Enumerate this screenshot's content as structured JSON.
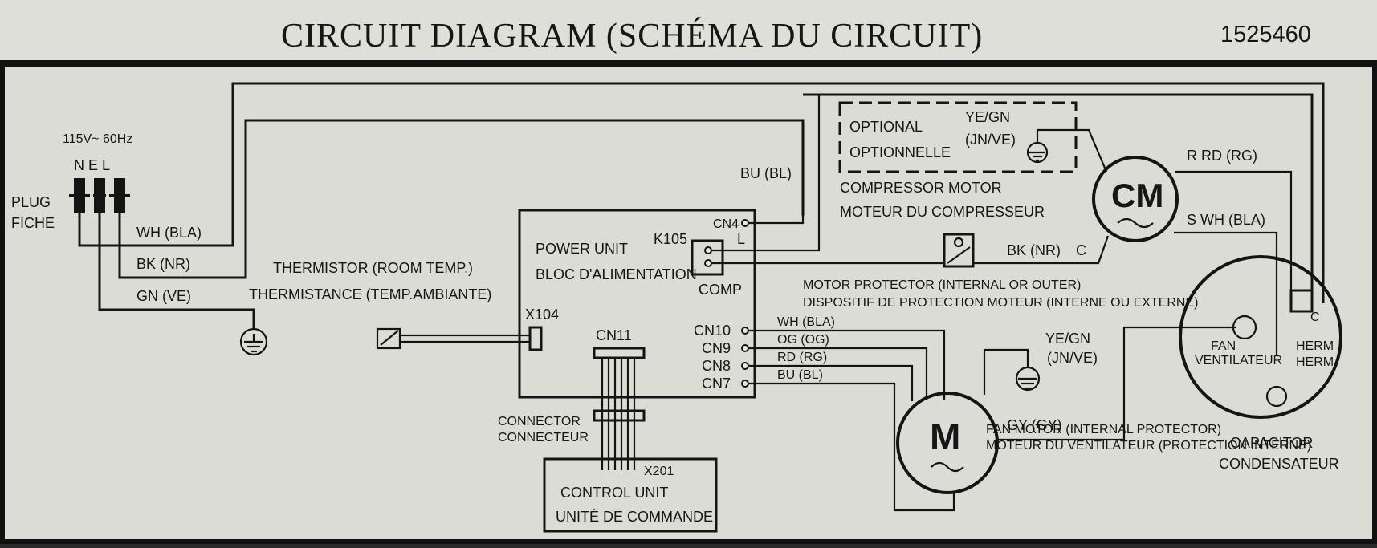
{
  "header": {
    "title": "CIRCUIT  DIAGRAM  (SCHÉMA DU CIRCUIT)",
    "code": "1525460"
  },
  "plug": {
    "voltage": "115V~ 60Hz",
    "pins": "N E L",
    "label_en": "PLUG",
    "label_fr": "FICHE"
  },
  "wires": {
    "wh": "WH (BLA)",
    "bk": "BK (NR)",
    "gn": "GN (VE)",
    "bu": "BU (BL)",
    "bk_c": "BK (NR)",
    "rd": "R  RD (RG)",
    "wh_s": "S  WH (BLA)",
    "gy": "GY (GY)"
  },
  "thermistor": {
    "label_en": "THERMISTOR (ROOM TEMP.)",
    "label_fr": "THERMISTANCE (TEMP.AMBIANTE)",
    "connector": "X104"
  },
  "power_unit": {
    "label_en": "POWER UNIT",
    "label_fr": "BLOC D'ALIMENTATION",
    "relay": "K105",
    "relay_l": "L",
    "comp": "COMP",
    "cn4": "CN4",
    "cn11": "CN11",
    "outputs": [
      {
        "pin": "CN10",
        "wire": "WH (BLA)"
      },
      {
        "pin": "CN9",
        "wire": "OG (OG)"
      },
      {
        "pin": "CN8",
        "wire": "RD (RG)"
      },
      {
        "pin": "CN7",
        "wire": "BU (BL)"
      }
    ]
  },
  "connector": {
    "label_en": "CONNECTOR",
    "label_fr": "CONNECTEUR"
  },
  "control_unit": {
    "label_en": "CONTROL UNIT",
    "label_fr": "UNITÉ DE COMMANDE",
    "connector": "X201"
  },
  "optional": {
    "label_en": "OPTIONAL",
    "label_fr": "OPTIONNELLE",
    "ground_en": "YE/GN",
    "ground_fr": "(JN/VE)"
  },
  "compressor": {
    "symbol": "CM",
    "label_en": "COMPRESSOR MOTOR",
    "label_fr": "MOTEUR DU COMPRESSEUR",
    "terminal_c": "C"
  },
  "motor_protector": {
    "label_en": "MOTOR PROTECTOR (INTERNAL OR OUTER)",
    "label_fr": "DISPOSITIF DE PROTECTION MOTEUR (INTERNE OU EXTERNE)"
  },
  "fan_motor": {
    "symbol": "M",
    "label_en": "FAN MOTOR  (INTERNAL PROTECTOR)",
    "label_fr": "MOTEUR DU VENTILATEUR (PROTECTION INTERNE)",
    "ground_en": "YE/GN",
    "ground_fr": "(JN/VE)"
  },
  "capacitor": {
    "label_en": "CAPACITOR",
    "label_fr": "CONDENSATEUR",
    "fan_en": "FAN",
    "fan_fr": "VENTILATEUR",
    "herm_en": "HERM",
    "herm_fr": "HERM",
    "terminal_c": "C"
  }
}
